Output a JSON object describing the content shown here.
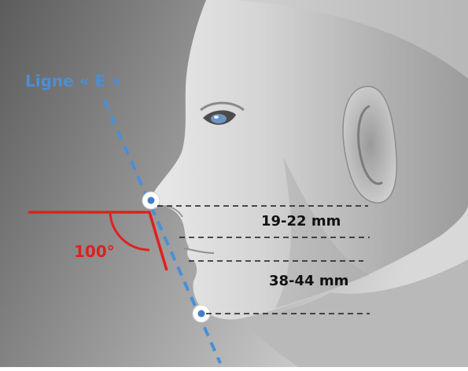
{
  "labels": {
    "eline": "Ligne « E »",
    "angle": "100°",
    "upper_measure": "19-22 mm",
    "lower_measure": "38-44 mm"
  },
  "colors": {
    "background_dark": "#5f5f5f",
    "background_light": "#d6d6d6",
    "skin_light": "#e4e4e4",
    "skin_shadow": "#8a8a8a",
    "eline_blue": "#4a8fd6",
    "angle_red": "#e02020",
    "text_dark": "#111111",
    "iris_blue": "#6d95c4"
  },
  "icons": {
    "nose_tip_marker": "circle-dot-icon",
    "chin_marker": "circle-dot-icon"
  }
}
